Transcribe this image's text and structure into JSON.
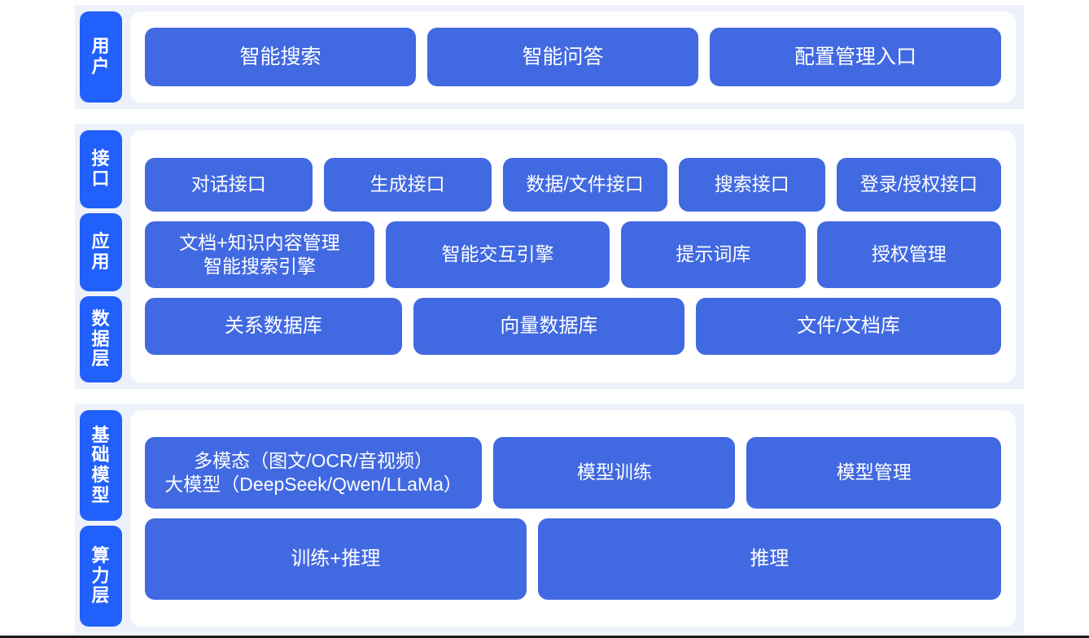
{
  "theme": {
    "badge_color": "#2160fb",
    "cell_color": "#4169e1",
    "band_color": "#edf2fa",
    "panel_color": "#ffffff",
    "text_color": "#ffffff",
    "page_background": "#ffffff"
  },
  "sections": {
    "user": {
      "badges": [
        "用户"
      ],
      "cells": [
        "智能搜索",
        "智能问答",
        "配置管理入口"
      ]
    },
    "middle": {
      "badges": [
        "接口",
        "应用",
        "数据层"
      ],
      "api_cells": [
        "对话接口",
        "生成接口",
        "数据/文件接口",
        "搜索接口",
        "登录/授权接口"
      ],
      "app_cells": [
        "文档+知识内容管理\n智能搜索引擎",
        "智能交互引擎",
        "提示词库",
        "授权管理"
      ],
      "data_cells": [
        "关系数据库",
        "向量数据库",
        "文件/文档库"
      ]
    },
    "base": {
      "badges": [
        "基础模型",
        "算力层"
      ],
      "model_cells": [
        "多模态（图文/OCR/音视频）\n大模型（DeepSeek/Qwen/LLaMa）",
        "模型训练",
        "模型管理"
      ],
      "compute_cells": [
        "训练+推理",
        "推理"
      ]
    }
  }
}
